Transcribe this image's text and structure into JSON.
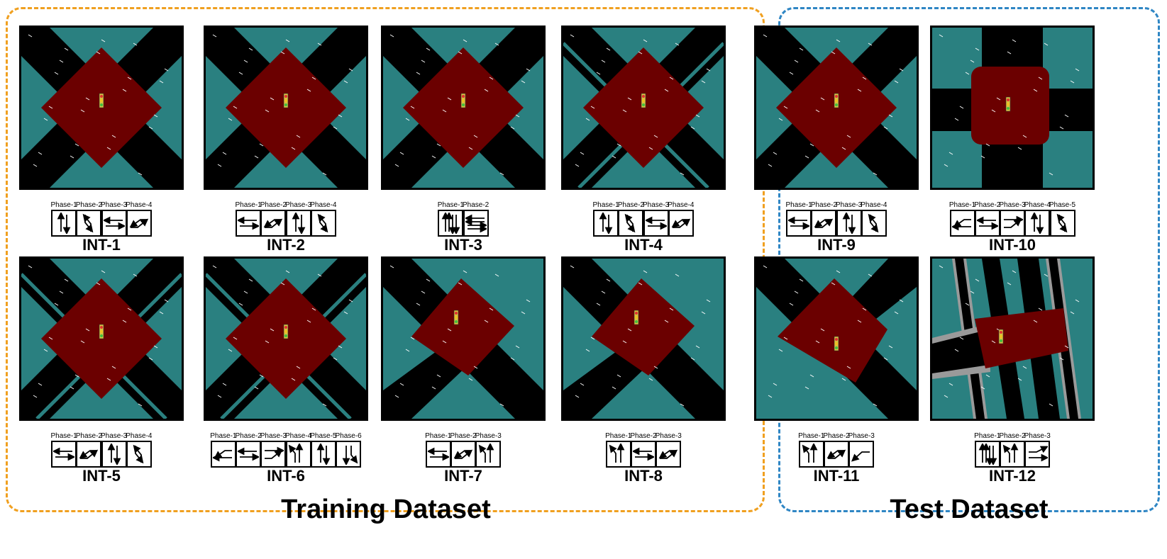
{
  "training_title": "Training Dataset",
  "test_title": "Test Dataset",
  "intersections": [
    {
      "name": "INT-1",
      "map": "diag",
      "phases": [
        {
          "label": "Phase-1",
          "arrow": "ns"
        },
        {
          "label": "Phase-2",
          "arrow": "nsl"
        },
        {
          "label": "Phase-3",
          "arrow": "ew"
        },
        {
          "label": "Phase-4",
          "arrow": "ewl"
        }
      ]
    },
    {
      "name": "INT-2",
      "map": "diag",
      "phases": [
        {
          "label": "Phase-1",
          "arrow": "ew"
        },
        {
          "label": "Phase-2",
          "arrow": "ewl"
        },
        {
          "label": "Phase-3",
          "arrow": "ns"
        },
        {
          "label": "Phase-4",
          "arrow": "nsl"
        }
      ]
    },
    {
      "name": "INT-3",
      "map": "diag",
      "phases": [
        {
          "label": "Phase-1",
          "arrow": "nsall"
        },
        {
          "label": "Phase-2",
          "arrow": "ewall"
        }
      ]
    },
    {
      "name": "INT-4",
      "map": "diagsplit",
      "phases": [
        {
          "label": "Phase-1",
          "arrow": "ns"
        },
        {
          "label": "Phase-2",
          "arrow": "nsl"
        },
        {
          "label": "Phase-3",
          "arrow": "ew"
        },
        {
          "label": "Phase-4",
          "arrow": "ewl"
        }
      ]
    },
    {
      "name": "INT-5",
      "map": "diagsplit",
      "phases": [
        {
          "label": "Phase-1",
          "arrow": "ew"
        },
        {
          "label": "Phase-2",
          "arrow": "ewl"
        },
        {
          "label": "Phase-3",
          "arrow": "ns"
        },
        {
          "label": "Phase-4",
          "arrow": "nsl"
        }
      ]
    },
    {
      "name": "INT-6",
      "map": "diagsplit",
      "phases": [
        {
          "label": "Phase-1",
          "arrow": "eleft"
        },
        {
          "label": "Phase-2",
          "arrow": "ew"
        },
        {
          "label": "Phase-3",
          "arrow": "wleft"
        },
        {
          "label": "Phase-4",
          "arrow": "nleft"
        },
        {
          "label": "Phase-5",
          "arrow": "ns"
        },
        {
          "label": "Phase-6",
          "arrow": "sleft"
        }
      ]
    },
    {
      "name": "INT-7",
      "map": "t",
      "phases": [
        {
          "label": "Phase-1",
          "arrow": "ew"
        },
        {
          "label": "Phase-2",
          "arrow": "ewl"
        },
        {
          "label": "Phase-3",
          "arrow": "nleftup"
        }
      ]
    },
    {
      "name": "INT-8",
      "map": "t",
      "phases": [
        {
          "label": "Phase-1",
          "arrow": "nleftup"
        },
        {
          "label": "Phase-2",
          "arrow": "ew"
        },
        {
          "label": "Phase-3",
          "arrow": "ewl"
        }
      ]
    },
    {
      "name": "INT-9",
      "map": "diag",
      "phases": [
        {
          "label": "Phase-1",
          "arrow": "ew"
        },
        {
          "label": "Phase-2",
          "arrow": "ewl"
        },
        {
          "label": "Phase-3",
          "arrow": "ns"
        },
        {
          "label": "Phase-4",
          "arrow": "nsl"
        }
      ]
    },
    {
      "name": "INT-10",
      "map": "plus",
      "phases": [
        {
          "label": "Phase-1",
          "arrow": "eleft"
        },
        {
          "label": "Phase-2",
          "arrow": "ew"
        },
        {
          "label": "Phase-3",
          "arrow": "wleft"
        },
        {
          "label": "Phase-4",
          "arrow": "ns"
        },
        {
          "label": "Phase-5",
          "arrow": "nsl"
        }
      ]
    },
    {
      "name": "INT-11",
      "map": "t2",
      "phases": [
        {
          "label": "Phase-1",
          "arrow": "nleftup"
        },
        {
          "label": "Phase-2",
          "arrow": "ewl"
        },
        {
          "label": "Phase-3",
          "arrow": "wturn"
        }
      ]
    },
    {
      "name": "INT-12",
      "map": "real",
      "phases": [
        {
          "label": "Phase-1",
          "arrow": "nsall"
        },
        {
          "label": "Phase-2",
          "arrow": "nleftup"
        },
        {
          "label": "Phase-3",
          "arrow": "ewr"
        }
      ]
    }
  ],
  "colors": {
    "training_border": "#f0a020",
    "test_border": "#2f86c4",
    "junction": "#6b0000",
    "road": "#000000",
    "ground": "#2a8080"
  }
}
